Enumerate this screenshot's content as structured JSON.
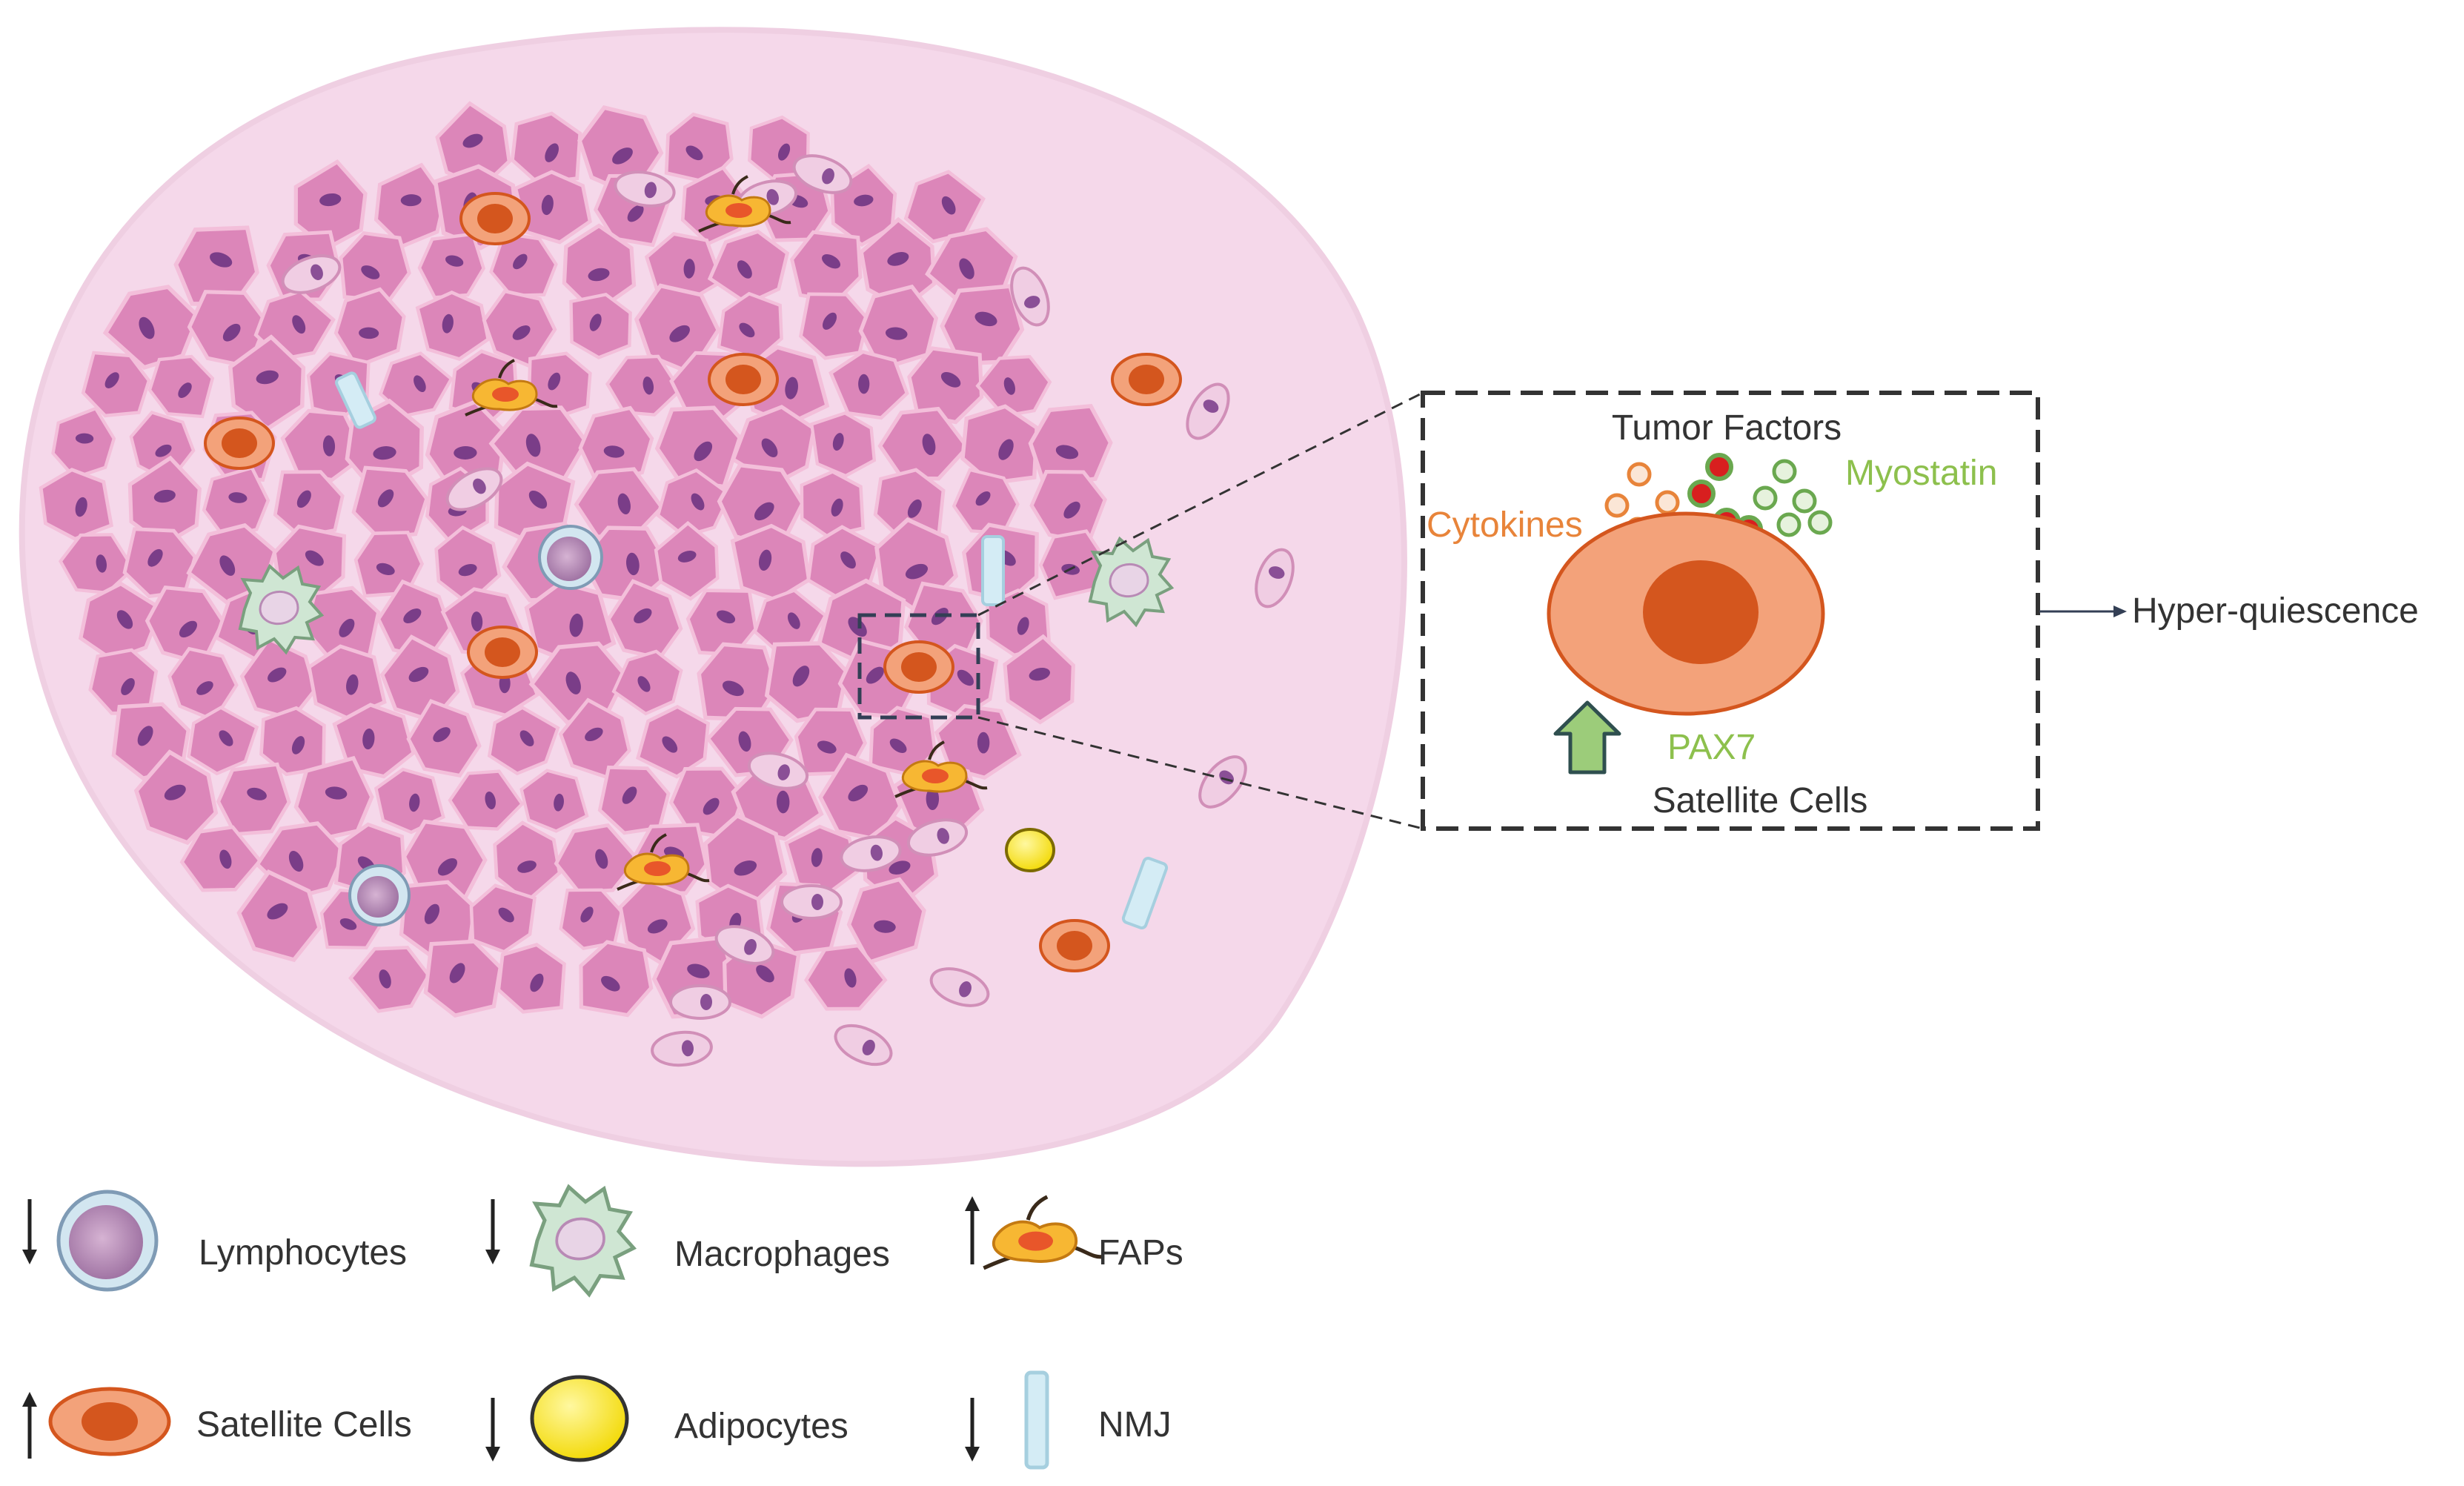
{
  "inset": {
    "tumor_factors": "Tumor Factors",
    "cytokines": "Cytokines",
    "myostatin": "Myostatin",
    "pax7": "PAX7",
    "satellite_cells": "Satellite Cells",
    "outcome": "Hyper-quiescence"
  },
  "legend": [
    {
      "name": "Lymphocytes",
      "trend": "down",
      "icon": "lymphocyte-icon"
    },
    {
      "name": "Macrophages",
      "trend": "down",
      "icon": "macrophage-icon"
    },
    {
      "name": "FAPs",
      "trend": "up",
      "icon": "fap-icon"
    },
    {
      "name": "Satellite Cells",
      "trend": "up",
      "icon": "satellite-cell-icon"
    },
    {
      "name": "Adipocytes",
      "trend": "down",
      "icon": "adipocyte-icon"
    },
    {
      "name": "NMJ",
      "trend": "down",
      "icon": "nmj-icon"
    }
  ],
  "colors": {
    "tissue_background": "#f5d8ea",
    "fiber": "#dc86b9",
    "fiber_nucleus": "#7a3d88",
    "satellite_cell": "#f3a27a",
    "satellite_nucleus": "#d4561e",
    "cytokine": "#e8843a",
    "myostatin": "#6aa84f",
    "tumor_factor": "#d81f1f",
    "pax7_text": "#8dc04d",
    "pax7_arrow": "#9ccc7a",
    "adipocyte": "#f7e20a",
    "nmj": "#d4ecf5",
    "macrophage": "#cfe6d3",
    "lymphocyte": "#b88ab5"
  }
}
